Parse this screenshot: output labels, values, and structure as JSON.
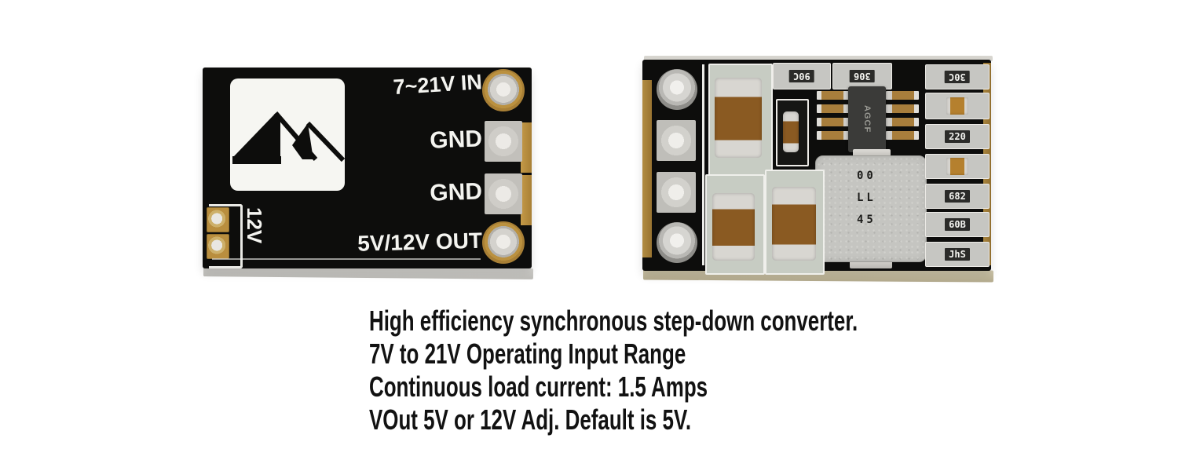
{
  "description": {
    "line1": "High efficiency synchronous step-down converter.",
    "line2": "7V to 21V Operating Input Range",
    "line3": "Continuous load current: 1.5 Amps",
    "line4": "VOut 5V or 12V Adj. Default is 5V."
  },
  "front_board": {
    "pin1_label": "7~21V IN",
    "pin2_label": "GND",
    "pin3_label": "GND",
    "pin4_label": "5V/12V OUT",
    "jumper_label": "12V"
  },
  "back_board": {
    "top_resistor1": "90C",
    "top_resistor2": "306",
    "ic_marking": "AGCF",
    "inductor_mark_row1": "00",
    "inductor_mark_row2": "LL",
    "inductor_mark_row3": "45",
    "right_col1": "30C",
    "right_col3": "220",
    "right_col5": "682",
    "right_col6": "60B",
    "right_col7": "JhS"
  },
  "colors": {
    "board_black": "#0d0d0c",
    "pad_gold": "#bb913f",
    "pad_silver": "#cbcbc7",
    "capacitor_brown": "#8a5a22",
    "board_edge_grey": "#c6c5c1",
    "silkscreen_white": "#f4f4f0",
    "text_black": "#121212",
    "background": "#ffffff"
  }
}
